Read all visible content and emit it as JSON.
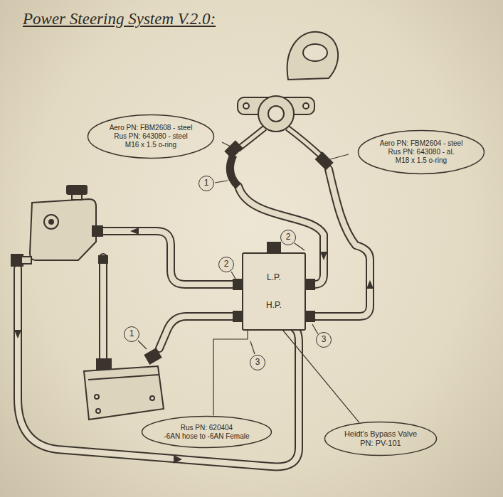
{
  "diagram": {
    "title": "Power Steering System V.2.0:",
    "nodes": [
      {
        "text": [
          "Aero PN: FBM2608 - steel",
          "Rus PN: 643080 - steel",
          "M16 x 1.5 o-ring"
        ]
      },
      {
        "text": [
          "Aero PN: FBM2604 - steel",
          "Rus PN: 643080 - al.",
          "M18 x 1.5 o-ring"
        ]
      },
      {
        "text": [
          "L.P.",
          "H.P."
        ]
      },
      {
        "text": [
          "Rus PN: 620404",
          "-6AN hose to -6AN Female"
        ]
      },
      {
        "text": [
          "Heidt's Bypass Valve",
          "PN: PV-101"
        ]
      }
    ],
    "edges": [
      {
        "from": 3,
        "to": 2,
        "arrow": "none"
      },
      {
        "from": 4,
        "to": 2,
        "arrow": "none"
      }
    ],
    "labels": [
      "1",
      "2",
      "2",
      "1",
      "3",
      "3"
    ]
  }
}
